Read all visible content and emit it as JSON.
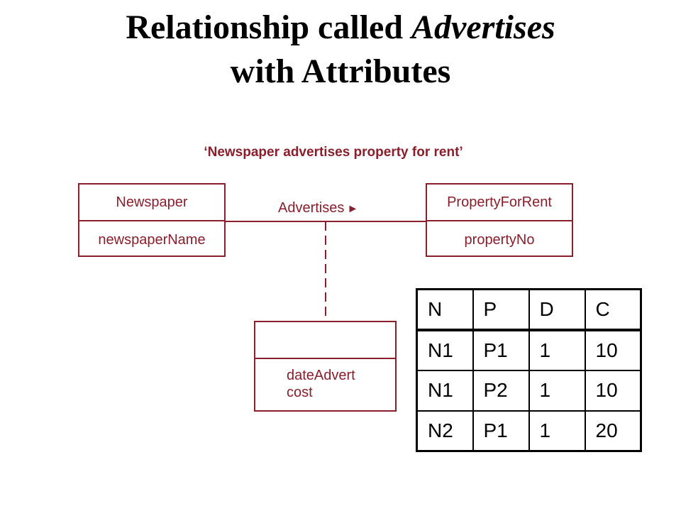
{
  "title": {
    "line1_prefix": "Relationship called ",
    "line1_emphasis": "Advertises",
    "line2": "with Attributes"
  },
  "diagram": {
    "caption": "‘Newspaper advertises property for rent’",
    "left_class": {
      "name": "Newspaper",
      "attribute": "newspaperName"
    },
    "right_class": {
      "name": "PropertyForRent",
      "attribute": "propertyNo"
    },
    "association": {
      "label": "Advertises",
      "direction_icon": "triangle-right-icon"
    },
    "association_class": {
      "name": "",
      "attributes": [
        "dateAdvert",
        "cost"
      ]
    },
    "colors": {
      "diagram": "#8b1e2b",
      "table": "#000000"
    }
  },
  "table": {
    "headers": [
      "N",
      "P",
      "D",
      "C"
    ],
    "rows": [
      [
        "N1",
        "P1",
        "1",
        "10"
      ],
      [
        "N1",
        "P2",
        "1",
        "10"
      ],
      [
        "N2",
        "P1",
        "1",
        "20"
      ]
    ]
  }
}
